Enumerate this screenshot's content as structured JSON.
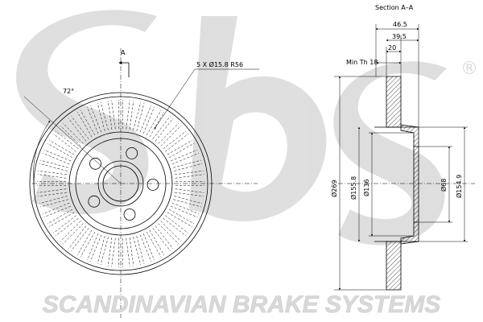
{
  "header": {
    "section_title": "Section  A–A"
  },
  "front_view": {
    "section_marker": "A",
    "angle_label": "72°",
    "holes_label": "5 X Ø15.8  R56"
  },
  "section_view": {
    "width_overall": "46.5",
    "width_hat": "39.5",
    "width_disc": "20",
    "min_thickness": "Min Th  18",
    "dia_outer": "Ø269",
    "dia_hat_outer": "Ø155.8",
    "dia_hat_inner": "Ø136",
    "dia_center": "Ø68",
    "dia_hat_right": "Ø154.9"
  },
  "brand": {
    "trademark": "®",
    "tagline": "SCANDINAVIAN BRAKE SYSTEMS",
    "watermark_color": "#d9d9d9"
  }
}
